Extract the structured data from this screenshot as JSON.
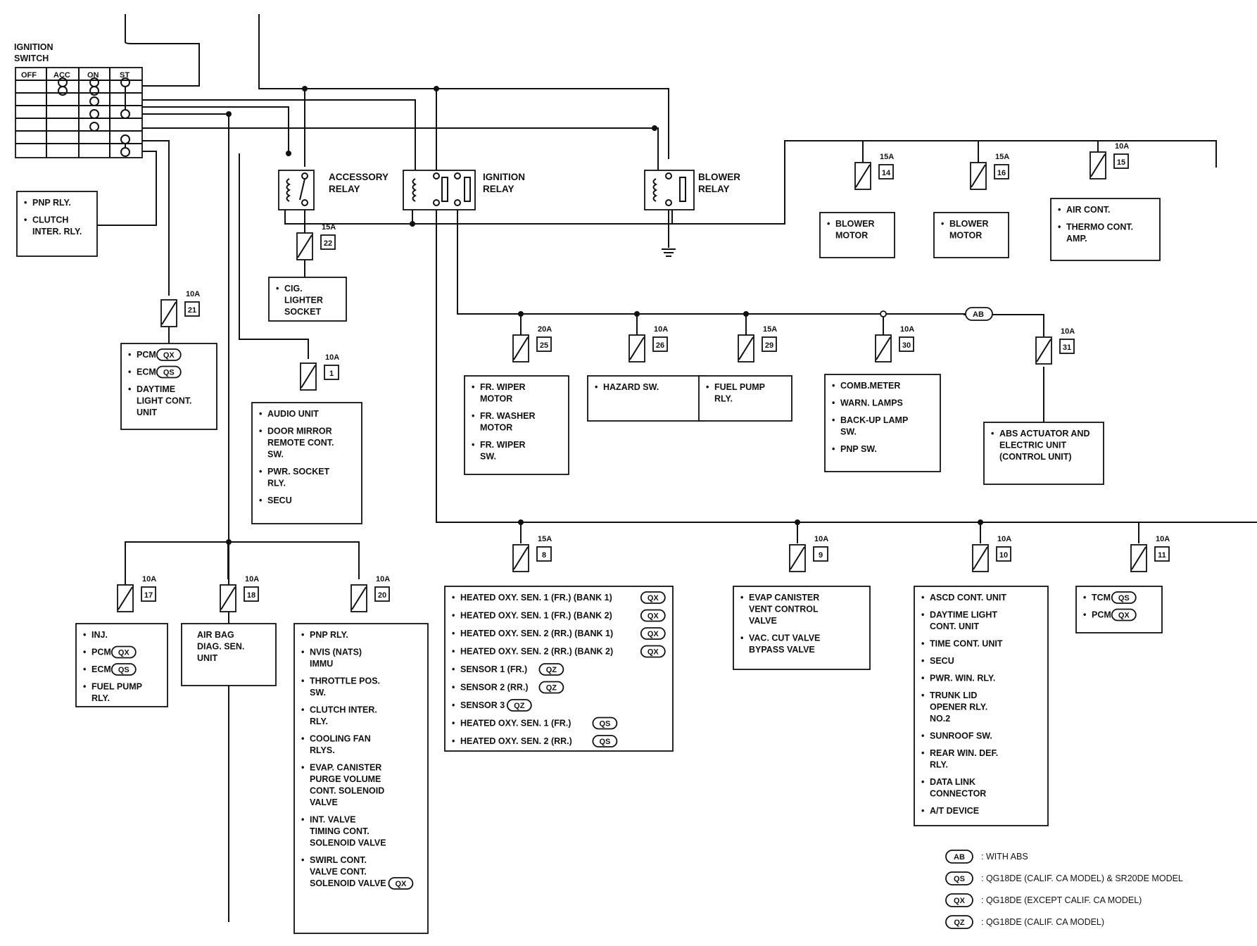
{
  "ignition_switch": {
    "title_lines": [
      "IGNITION",
      "SWITCH"
    ],
    "positions": [
      "OFF",
      "ACC",
      "ON",
      "ST"
    ]
  },
  "relays": {
    "accessory": [
      "ACCESSORY",
      "RELAY"
    ],
    "ignition": [
      "IGNITION",
      "RELAY"
    ],
    "blower": [
      "BLOWER",
      "RELAY"
    ]
  },
  "fuses": {
    "f22": {
      "amp": "15A",
      "num": "22"
    },
    "f14": {
      "amp": "15A",
      "num": "14"
    },
    "f16": {
      "amp": "15A",
      "num": "16"
    },
    "f15": {
      "amp": "10A",
      "num": "15"
    },
    "f21": {
      "amp": "10A",
      "num": "21"
    },
    "f1": {
      "amp": "10A",
      "num": "1"
    },
    "f25": {
      "amp": "20A",
      "num": "25"
    },
    "f26": {
      "amp": "10A",
      "num": "26"
    },
    "f29": {
      "amp": "15A",
      "num": "29"
    },
    "f30": {
      "amp": "10A",
      "num": "30"
    },
    "f31": {
      "amp": "10A",
      "num": "31"
    },
    "f17": {
      "amp": "10A",
      "num": "17"
    },
    "f18": {
      "amp": "10A",
      "num": "18"
    },
    "f20": {
      "amp": "10A",
      "num": "20"
    },
    "f8": {
      "amp": "15A",
      "num": "8"
    },
    "f9": {
      "amp": "10A",
      "num": "9"
    },
    "f10": {
      "amp": "10A",
      "num": "10"
    },
    "f11": {
      "amp": "10A",
      "num": "11"
    }
  },
  "boxes": {
    "pnp_clutch": [
      "PNP RLY.",
      "CLUTCH INTER. RLY."
    ],
    "cig": [
      "CIG. LIGHTER SOCKET"
    ],
    "blower14": [
      "BLOWER MOTOR"
    ],
    "blower16": [
      "BLOWER MOTOR"
    ],
    "aircont": [
      "AIR CONT.",
      "THERMO CONT. AMP."
    ],
    "f21": [
      "PCM",
      "ECM",
      "DAYTIME LIGHT CONT. UNIT"
    ],
    "f1": [
      "AUDIO UNIT",
      "DOOR MIRROR REMOTE CONT. SW.",
      "PWR. SOCKET RLY.",
      "SECU"
    ],
    "f25": [
      "FR. WIPER MOTOR",
      "FR. WASHER MOTOR",
      "FR. WIPER SW."
    ],
    "f26": [
      "HAZARD SW."
    ],
    "f29": [
      "FUEL PUMP RLY."
    ],
    "f30": [
      "COMB.METER",
      "WARN. LAMPS",
      "BACK-UP LAMP SW.",
      "PNP SW."
    ],
    "f31": [
      "ABS ACTUATOR AND ELECTRIC UNIT (CONTROL UNIT)"
    ],
    "f17": [
      "INJ.",
      "PCM",
      "ECM",
      "FUEL PUMP RLY."
    ],
    "f18": [
      "AIR BAG DIAG. SEN. UNIT"
    ],
    "f20": [
      "PNP RLY.",
      "NVIS (NATS) IMMU",
      "THROTTLE POS. SW.",
      "CLUTCH INTER. RLY.",
      "COOLING FAN RLYS.",
      "EVAP. CANISTER PURGE VOLUME CONT. SOLENOID VALVE",
      "INT. VALVE TIMING CONT. SOLENOID VALVE",
      "SWIRL CONT. VALVE CONT. SOLENOID VALVE"
    ],
    "f8": [
      "HEATED OXY. SEN. 1 (FR.) (BANK 1)",
      "HEATED OXY. SEN. 1 (FR.) (BANK 2)",
      "HEATED OXY. SEN. 2 (RR.) (BANK 1)",
      "HEATED OXY. SEN. 2 (RR.) (BANK 2)",
      "SENSOR 1 (FR.)",
      "SENSOR 2 (RR.)",
      "SENSOR 3",
      "HEATED OXY. SEN. 1 (FR.)",
      "HEATED OXY. SEN. 2 (RR.)"
    ],
    "f9": [
      "EVAP CANISTER VENT CONTROL VALVE",
      "VAC. CUT VALVE BYPASS VALVE"
    ],
    "f10": [
      "ASCD CONT. UNIT",
      "DAYTIME LIGHT CONT. UNIT",
      "TIME CONT. UNIT",
      "SECU",
      "PWR. WIN. RLY.",
      "TRUNK LID OPENER RLY. NO.2",
      "SUNROOF SW.",
      "REAR WIN. DEF. RLY.",
      "DATA LINK CONNECTOR",
      "A/T DEVICE"
    ],
    "f11": [
      "TCM",
      "PCM"
    ]
  },
  "tags": {
    "f21": [
      "QX",
      "QS",
      ""
    ],
    "f17": [
      "",
      "QX",
      "QS",
      ""
    ],
    "f20": [
      "",
      "",
      "",
      "",
      "",
      "",
      "",
      "QX"
    ],
    "f8": [
      "QX",
      "QX",
      "QX",
      "QX",
      "QZ",
      "QZ",
      "QZ",
      "QS",
      "QS"
    ],
    "f11": [
      "QS",
      "QX"
    ]
  },
  "ab_tag": "AB",
  "legend": [
    {
      "code": "AB",
      "text": ": WITH ABS"
    },
    {
      "code": "QS",
      "text": ": QG18DE (CALIF. CA MODEL) & SR20DE MODEL"
    },
    {
      "code": "QX",
      "text": ": QG18DE (EXCEPT CALIF. CA MODEL)"
    },
    {
      "code": "QZ",
      "text": ": QG18DE (CALIF. CA MODEL)"
    }
  ]
}
